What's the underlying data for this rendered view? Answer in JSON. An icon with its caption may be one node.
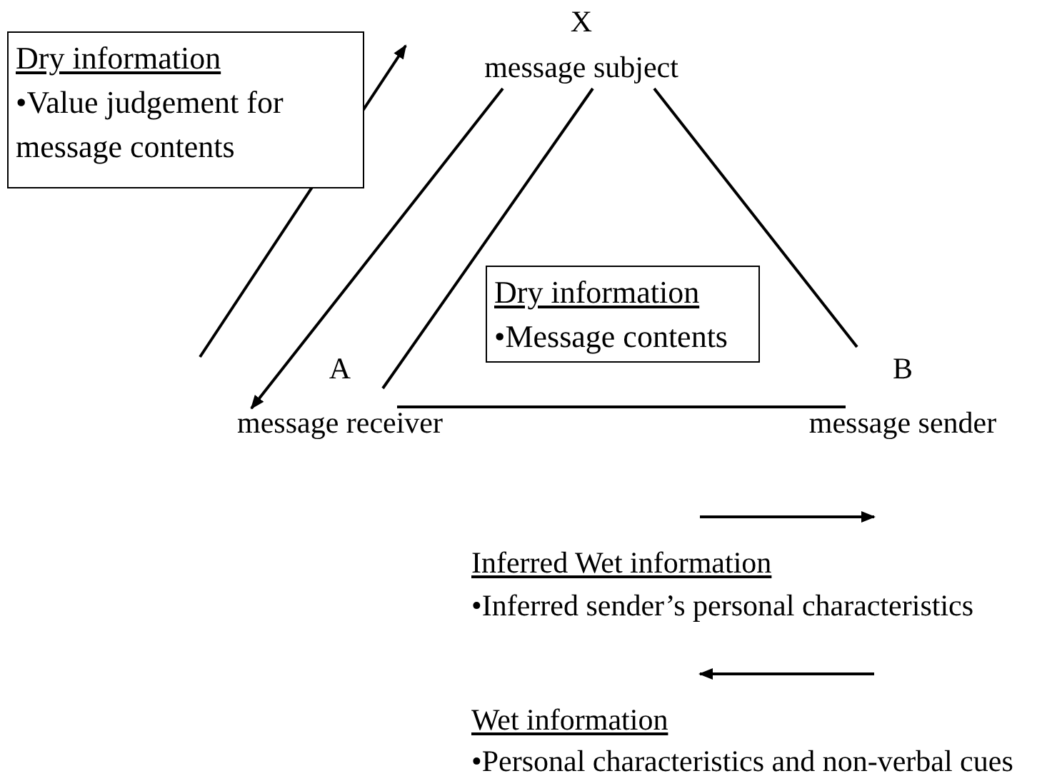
{
  "diagram": {
    "nodes": [
      {
        "text": [
          "X",
          "message subject"
        ]
      },
      {
        "text": [
          "A",
          "message receiver"
        ]
      },
      {
        "text": [
          "B",
          "message sender"
        ]
      },
      {
        "text": [
          "Dry information",
          "•Value judgement for message contents"
        ]
      },
      {
        "text": [
          "Dry information",
          "•Message contents"
        ]
      }
    ],
    "edges": [
      {
        "from": 0,
        "to": 2,
        "arrow": "none"
      },
      {
        "from": 1,
        "to": 2,
        "arrow": "none"
      },
      {
        "from": 0,
        "to": 1,
        "arrow": "none"
      },
      {
        "from": 0,
        "to": 1,
        "arrow": "to"
      },
      {
        "from": 1,
        "to": null,
        "arrow": "to"
      }
    ],
    "labels": [
      "Inferred Wet information",
      "•Inferred sender’s personal characteristics",
      "Wet information",
      "•Personal characteristics and non-verbal cues"
    ]
  }
}
